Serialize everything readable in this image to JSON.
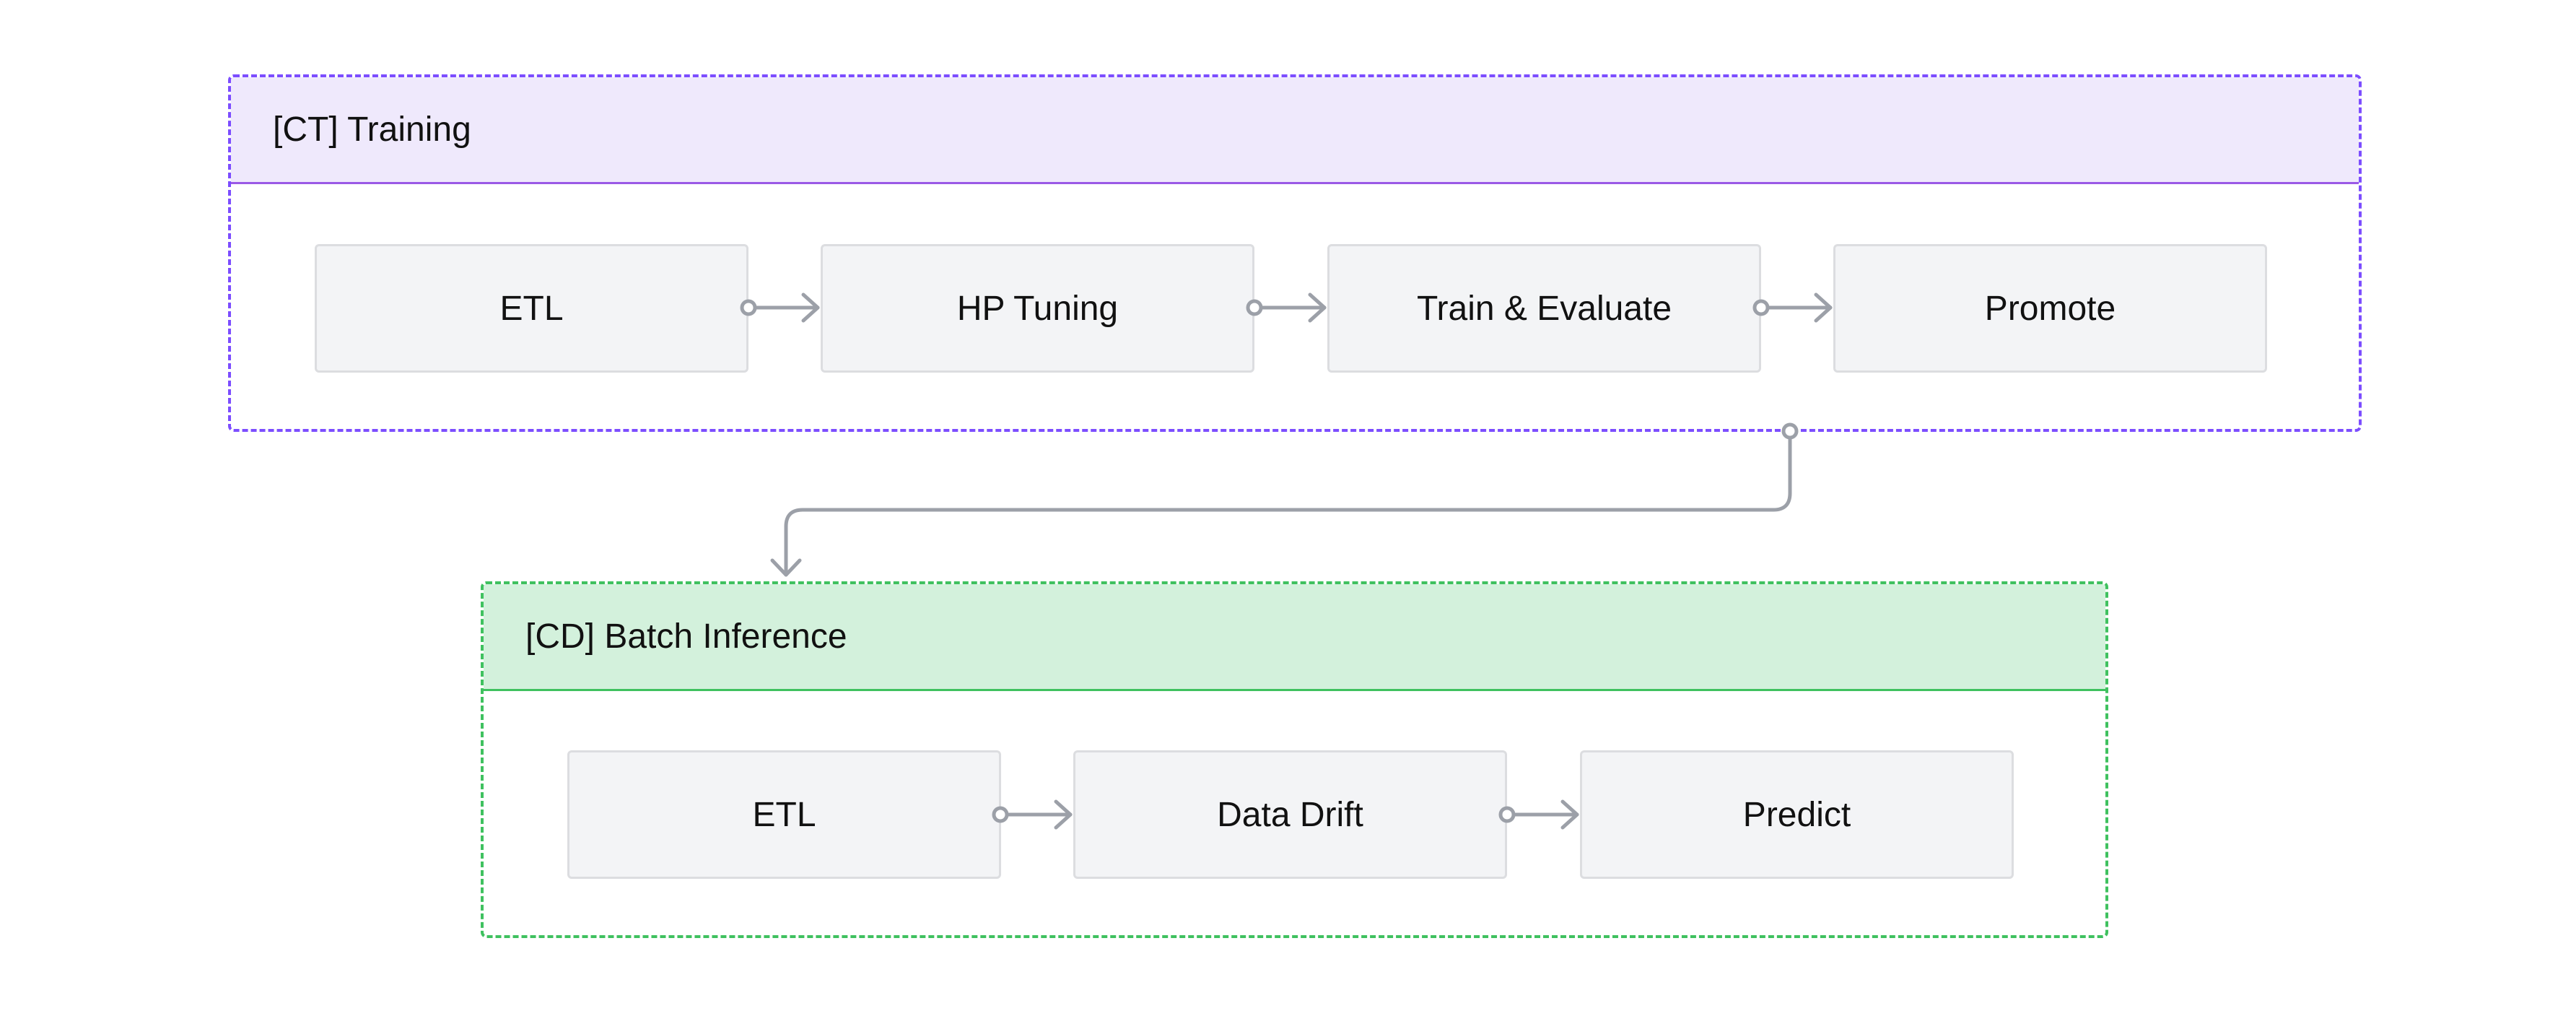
{
  "groups": {
    "training": {
      "title": "[CT] Training",
      "border_color": "#7c4dff",
      "header_bg": "#efe9fc",
      "steps": [
        "ETL",
        "HP Tuning",
        "Train & Evaluate",
        "Promote"
      ]
    },
    "inference": {
      "title": "[CD] Batch Inference",
      "border_color": "#3fc15f",
      "header_bg": "#d3f1dc",
      "steps": [
        "ETL",
        "Data Drift",
        "Predict"
      ]
    }
  },
  "colors": {
    "node_bg": "#f3f4f6",
    "node_border": "#dcdde0",
    "connector": "#9ca0a8"
  },
  "edges": [
    {
      "from": "ETL",
      "to": "HP Tuning",
      "group": "training"
    },
    {
      "from": "HP Tuning",
      "to": "Train & Evaluate",
      "group": "training"
    },
    {
      "from": "Train & Evaluate",
      "to": "Promote",
      "group": "training"
    },
    {
      "from": "[CT] Training",
      "to": "[CD] Batch Inference"
    },
    {
      "from": "ETL",
      "to": "Data Drift",
      "group": "inference"
    },
    {
      "from": "Data Drift",
      "to": "Predict",
      "group": "inference"
    }
  ]
}
